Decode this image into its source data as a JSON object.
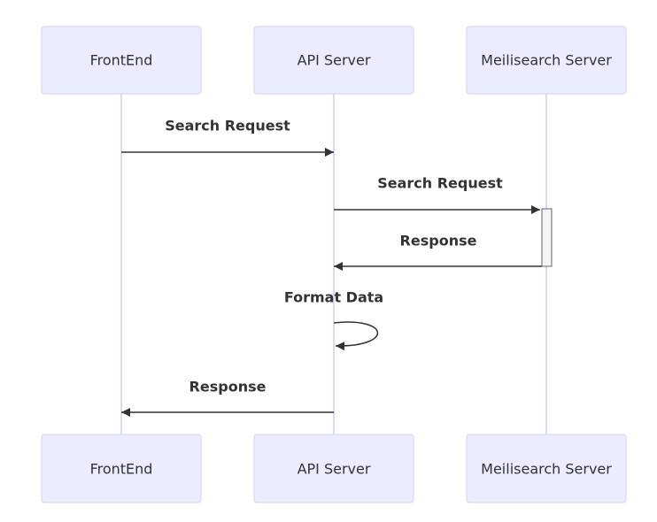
{
  "diagram": {
    "type": "sequence",
    "actors": [
      {
        "id": "frontend",
        "label": "FrontEnd"
      },
      {
        "id": "api",
        "label": "API Server"
      },
      {
        "id": "meili",
        "label": "Meilisearch Server"
      }
    ],
    "messages": [
      {
        "from": "frontend",
        "to": "api",
        "label": "Search Request"
      },
      {
        "from": "api",
        "to": "meili",
        "label": "Search Request"
      },
      {
        "from": "meili",
        "to": "api",
        "label": "Response"
      },
      {
        "from": "api",
        "to": "api",
        "label": "Format Data"
      },
      {
        "from": "api",
        "to": "frontend",
        "label": "Response"
      }
    ],
    "activations": [
      {
        "actor": "meili",
        "from_message": 1,
        "to_message": 2
      }
    ]
  }
}
